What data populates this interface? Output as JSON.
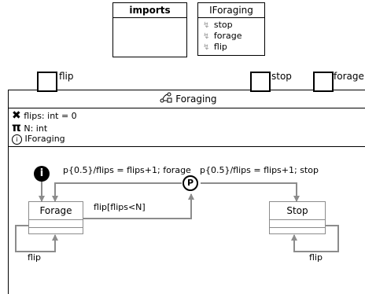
{
  "imports_box": {
    "title": "imports"
  },
  "interface_box": {
    "title": "IForaging",
    "events": [
      "stop",
      "forage",
      "flip"
    ],
    "event_icon": "lightning-icon"
  },
  "ports": {
    "left": {
      "label": "flip"
    },
    "middle": {
      "label": "stop"
    },
    "right": {
      "label": "forage"
    }
  },
  "machine": {
    "title": "Foraging",
    "title_icon": "state-machine-icon",
    "variables": [
      {
        "icon": "variable-x-icon",
        "text": "flips: int = 0"
      },
      {
        "icon": "constant-pi-icon",
        "text": "N: int"
      },
      {
        "icon": "interface-info-icon",
        "text": "IForaging"
      }
    ]
  },
  "states": {
    "forage": {
      "label": "Forage"
    },
    "stop": {
      "label": "Stop"
    }
  },
  "junctions": {
    "initial": {
      "label": "i"
    },
    "probabilistic": {
      "label": "P"
    }
  },
  "transitions": {
    "p_to_forage": "p{0.5}/flips = flips+1; forage",
    "p_to_stop": "p{0.5}/flips = flips+1; stop",
    "forage_to_p": "flip[flips<N]",
    "forage_self": "flip",
    "stop_self": "flip"
  }
}
